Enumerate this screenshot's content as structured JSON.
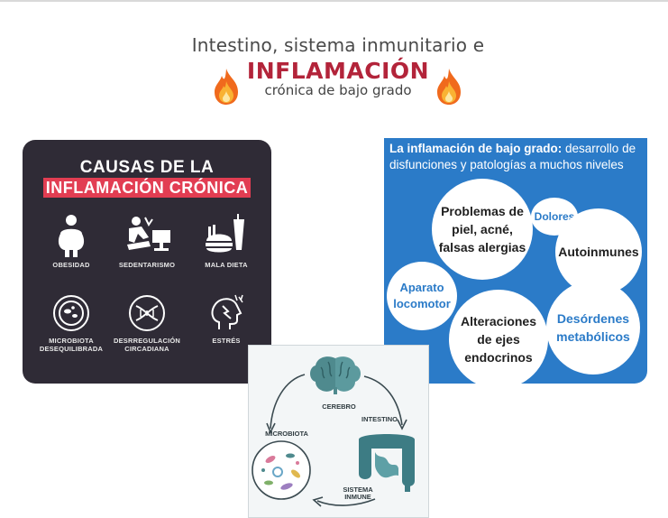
{
  "header": {
    "line1": "Intestino, sistema inmunitario e",
    "line2": "INFLAMACIÓN",
    "line3": "crónica de bajo grado",
    "icon": "flame-icon"
  },
  "causes_card": {
    "title_line1": "CAUSAS DE LA",
    "title_line2": "INFLAMACIÓN CRÓNICA",
    "accent_color": "#e23d52",
    "background_color": "#2f2b36",
    "items": [
      {
        "label": "OBESIDAD",
        "icon": "obesity-icon"
      },
      {
        "label": "SEDENTARISMO",
        "icon": "sedentary-icon"
      },
      {
        "label": "MALA DIETA",
        "icon": "junk-food-icon"
      },
      {
        "label_line1": "MICROBIOTA",
        "label_line2": "DESEQUILIBRADA",
        "icon": "microbiota-icon"
      },
      {
        "label_line1": "DESRREGULACIÓN",
        "label_line2": "CIRCADIANA",
        "icon": "dna-clock-icon"
      },
      {
        "label": "ESTRÉS",
        "icon": "stress-head-icon"
      }
    ]
  },
  "levels_card": {
    "title_bold": "La inflamación de bajo grado:",
    "title_rest": " desarrollo de disfunciones y patologías a muchos niveles",
    "background_color": "#2b7bc8",
    "bubbles": {
      "skin": [
        "Problemas de",
        "piel, acné,",
        "falsas alergias"
      ],
      "pain": "Dolores",
      "autoimmune": "Autoinmunes",
      "locomotor": [
        "Aparato",
        "locomotor"
      ],
      "endocrine": [
        "Alteraciones",
        "de ejes",
        "endocrinos"
      ],
      "metabolic": [
        "Desórdenes",
        "metabólicos"
      ]
    }
  },
  "axis_card": {
    "labels": {
      "brain": "CEREBRO",
      "intestine": "INTESTINO",
      "microbiota": "MICROBIOTA",
      "immune_line1": "SISTEMA",
      "immune_line2": "INMUNE"
    }
  }
}
